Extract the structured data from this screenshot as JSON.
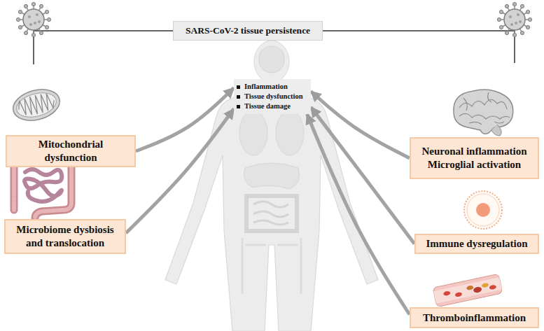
{
  "diagram": {
    "nodes": [
      {
        "text": [
          "SARS-CoV-2 tissue persistence"
        ]
      },
      {
        "text": [
          "Inflammation",
          "Tissue dysfunction",
          "Tissue damage"
        ]
      },
      {
        "text": [
          "Mitochondrial dysfunction"
        ]
      },
      {
        "text": [
          "Neuronal inflammation",
          "Microglial activation"
        ]
      },
      {
        "text": [
          "Microbiome dysbiosis and translocation"
        ]
      },
      {
        "text": [
          "Immune dysregulation"
        ]
      },
      {
        "text": [
          "Thromboinflammation"
        ]
      }
    ],
    "edges": [
      {
        "from": 2,
        "to": 1,
        "arrow": "to"
      },
      {
        "from": 3,
        "to": 1,
        "arrow": "to"
      },
      {
        "from": 4,
        "to": 1,
        "arrow": "to"
      },
      {
        "from": 5,
        "to": 1,
        "arrow": "to"
      },
      {
        "from": 6,
        "to": 1,
        "arrow": "to"
      }
    ]
  }
}
